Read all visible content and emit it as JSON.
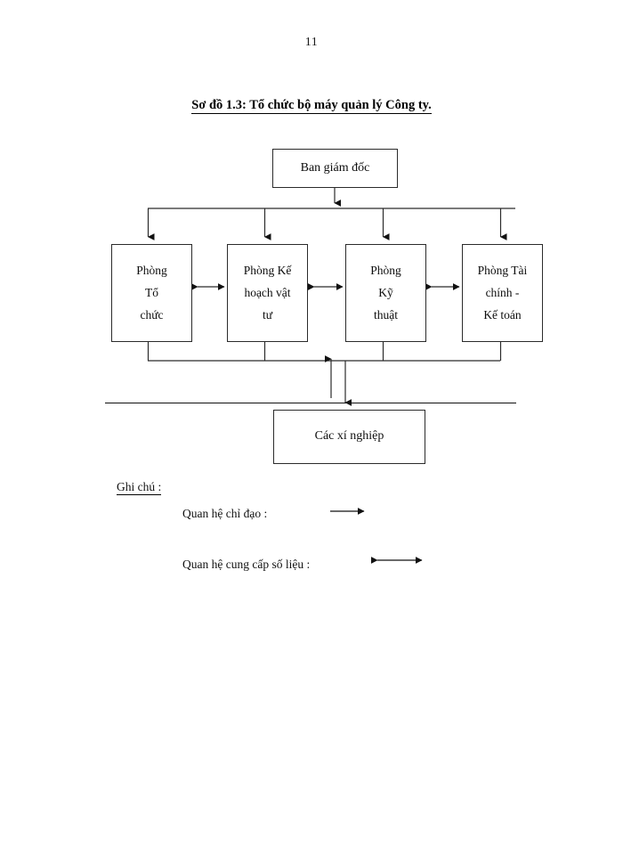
{
  "page": {
    "number": "11"
  },
  "figure": {
    "title": "Sơ đồ 1.3: Tổ chức bộ máy quản lý Công ty."
  },
  "diagram": {
    "board": {
      "lines": [
        "Ban giám  đốc"
      ]
    },
    "departments": [
      {
        "id": "dept-1",
        "lines": [
          "Phòng",
          "Tổ",
          "chức"
        ]
      },
      {
        "id": "dept-2",
        "lines": [
          "Phòng Kế",
          "hoạch vật",
          "tư"
        ]
      },
      {
        "id": "dept-3",
        "lines": [
          "Phòng",
          "Kỹ",
          "thuật"
        ]
      },
      {
        "id": "dept-4",
        "lines": [
          "Phòng Tài",
          "chính -",
          "Kế toán"
        ]
      }
    ],
    "units": {
      "lines": [
        "Các xí nghiệp"
      ]
    },
    "line_color": "#2b2b2b"
  },
  "legend": {
    "title": "Ghi chú :",
    "entries": [
      {
        "label": "Quan hệ chỉ đạo :",
        "arrow": "single-arrow-right-icon"
      },
      {
        "label": "Quan hệ cung cấp số liệu :",
        "arrow": "double-arrow-icon"
      }
    ]
  }
}
